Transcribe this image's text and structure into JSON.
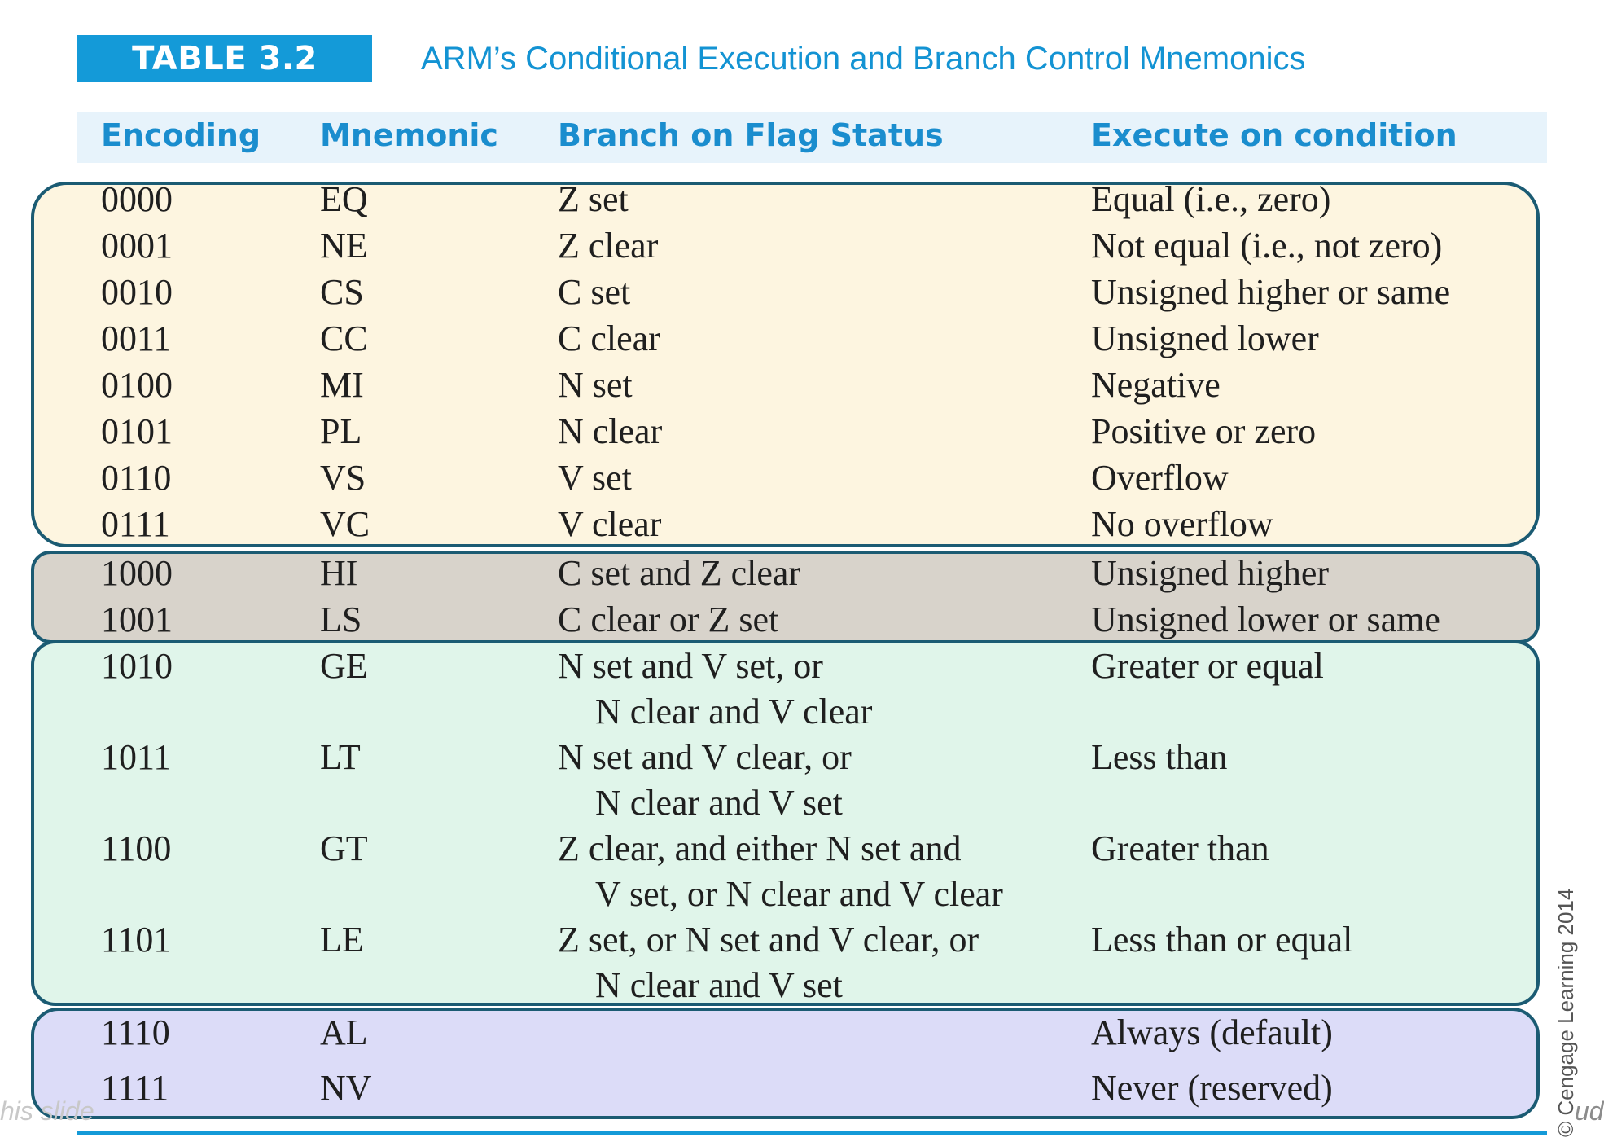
{
  "caption": {
    "label": "TABLE 3.2",
    "title": "ARM’s Conditional Execution and Branch Control Mnemonics"
  },
  "headers": {
    "encoding": "Encoding",
    "mnemonic": "Mnemonic",
    "flag": "Branch on Flag Status",
    "exec": "Execute on condition"
  },
  "rows": [
    {
      "enc": "0000",
      "mne": "EQ",
      "flag1": "Z set",
      "flag2": "",
      "exec": "Equal (i.e., zero)"
    },
    {
      "enc": "0001",
      "mne": "NE",
      "flag1": "Z clear",
      "flag2": "",
      "exec": "Not equal (i.e., not zero)"
    },
    {
      "enc": "0010",
      "mne": "CS",
      "flag1": "C set",
      "flag2": "",
      "exec": "Unsigned higher or same"
    },
    {
      "enc": "0011",
      "mne": "CC",
      "flag1": "C clear",
      "flag2": "",
      "exec": "Unsigned lower"
    },
    {
      "enc": "0100",
      "mne": "MI",
      "flag1": "N set",
      "flag2": "",
      "exec": "Negative"
    },
    {
      "enc": "0101",
      "mne": "PL",
      "flag1": "N clear",
      "flag2": "",
      "exec": "Positive or zero"
    },
    {
      "enc": "0110",
      "mne": "VS",
      "flag1": "V set",
      "flag2": "",
      "exec": "Overflow"
    },
    {
      "enc": "0111",
      "mne": "VC",
      "flag1": "V clear",
      "flag2": "",
      "exec": "No overflow"
    },
    {
      "enc": "1000",
      "mne": "HI",
      "flag1": "C set and Z clear",
      "flag2": "",
      "exec": "Unsigned higher"
    },
    {
      "enc": "1001",
      "mne": "LS",
      "flag1": "C clear or Z set",
      "flag2": "",
      "exec": "Unsigned lower or same"
    },
    {
      "enc": "1010",
      "mne": "GE",
      "flag1": "N set and V set, or",
      "flag2": "N clear and V clear",
      "exec": "Greater or equal"
    },
    {
      "enc": "1011",
      "mne": "LT",
      "flag1": "N set and V clear, or",
      "flag2": "N clear and V set",
      "exec": "Less than"
    },
    {
      "enc": "1100",
      "mne": "GT",
      "flag1": "Z clear, and either N set and",
      "flag2": "V set, or N clear and V clear",
      "exec": "Greater than"
    },
    {
      "enc": "1101",
      "mne": "LE",
      "flag1": "Z set, or N set and V clear, or",
      "flag2": "N clear and V set",
      "exec": "Less than or equal"
    },
    {
      "enc": "1110",
      "mne": "AL",
      "flag1": "",
      "flag2": "",
      "exec": "Always (default)"
    },
    {
      "enc": "1111",
      "mne": "NV",
      "flag1": "",
      "flag2": "",
      "exec": "Never (reserved)"
    }
  ],
  "copyright": "© Cengage Learning 2014",
  "fragments": {
    "left": "his slide",
    "right": "ud"
  },
  "colors": {
    "accent": "#149ad8",
    "group_condition_flags": "#fdf5e0",
    "group_unsigned": "#d8d3cb",
    "group_signed": "#e0f5ea",
    "group_always": "#dcdcf8",
    "group_border": "#1b5b73"
  }
}
